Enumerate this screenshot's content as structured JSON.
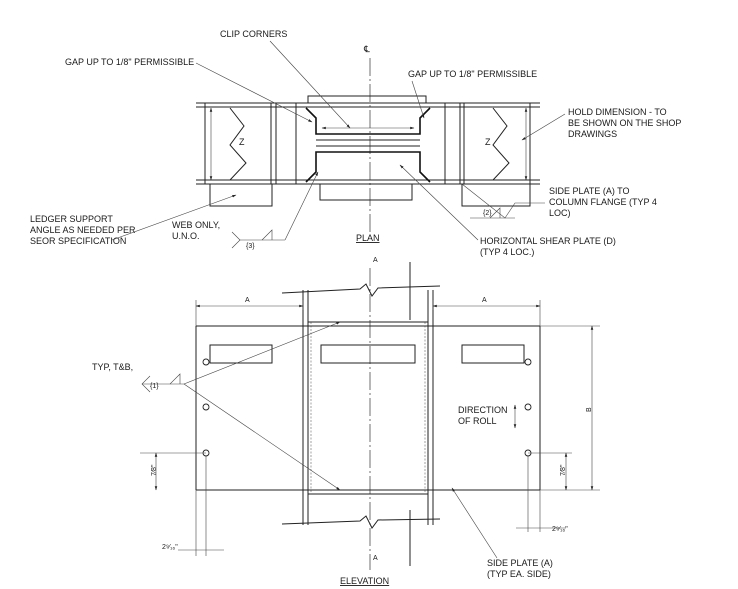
{
  "plan": {
    "centerline_symbol": "℄",
    "title": "PLAN",
    "notes": {
      "clip_corners": "CLIP CORNERS",
      "gap_left": "GAP UP TO 1/8\" PERMISSIBLE",
      "gap_right": "GAP UP TO 1/8\" PERMISSIBLE",
      "hold_dimension_1": "HOLD DIMENSION - TO",
      "hold_dimension_2": "BE SHOWN ON THE SHOP",
      "hold_dimension_3": "DRAWINGS",
      "side_plate_1": "SIDE PLATE (A) TO",
      "side_plate_2": "COLUMN FLANGE (TYP 4",
      "side_plate_3": "LOC)",
      "ledger_1": "LEDGER SUPPORT",
      "ledger_2": "ANGLE AS NEEDED PER",
      "ledger_3": "SEOR SPECIFICATION",
      "web_only_1": "WEB ONLY,",
      "web_only_2": "U.N.O.",
      "horizontal_shear_1": "HORIZONTAL SHEAR PLATE (D)",
      "horizontal_shear_2": "(TYP 4 LOC.)"
    },
    "z_label_left": "Z",
    "z_label_right": "Z",
    "weld_2": "{2}",
    "weld_3": "{3}"
  },
  "elevation": {
    "title": "ELEVATION",
    "section_mark_top": "A",
    "section_mark_bottom": "A",
    "dim_a_left": "A",
    "dim_a_right": "A",
    "dim_b": "B",
    "typ_tb": "TYP, T&B,",
    "weld_1": "{1}",
    "direction_1": "DIRECTION",
    "direction_2": "OF ROLL",
    "dim_7_8_left": "7⁄8\"",
    "dim_7_8_right": "7⁄8\"",
    "dim_2_left": "2⁹⁄₁₆\"",
    "dim_2_right": "2⁹⁄₁₆\"",
    "side_plate_1": "SIDE PLATE (A)",
    "side_plate_2": "(TYP EA. SIDE)"
  }
}
